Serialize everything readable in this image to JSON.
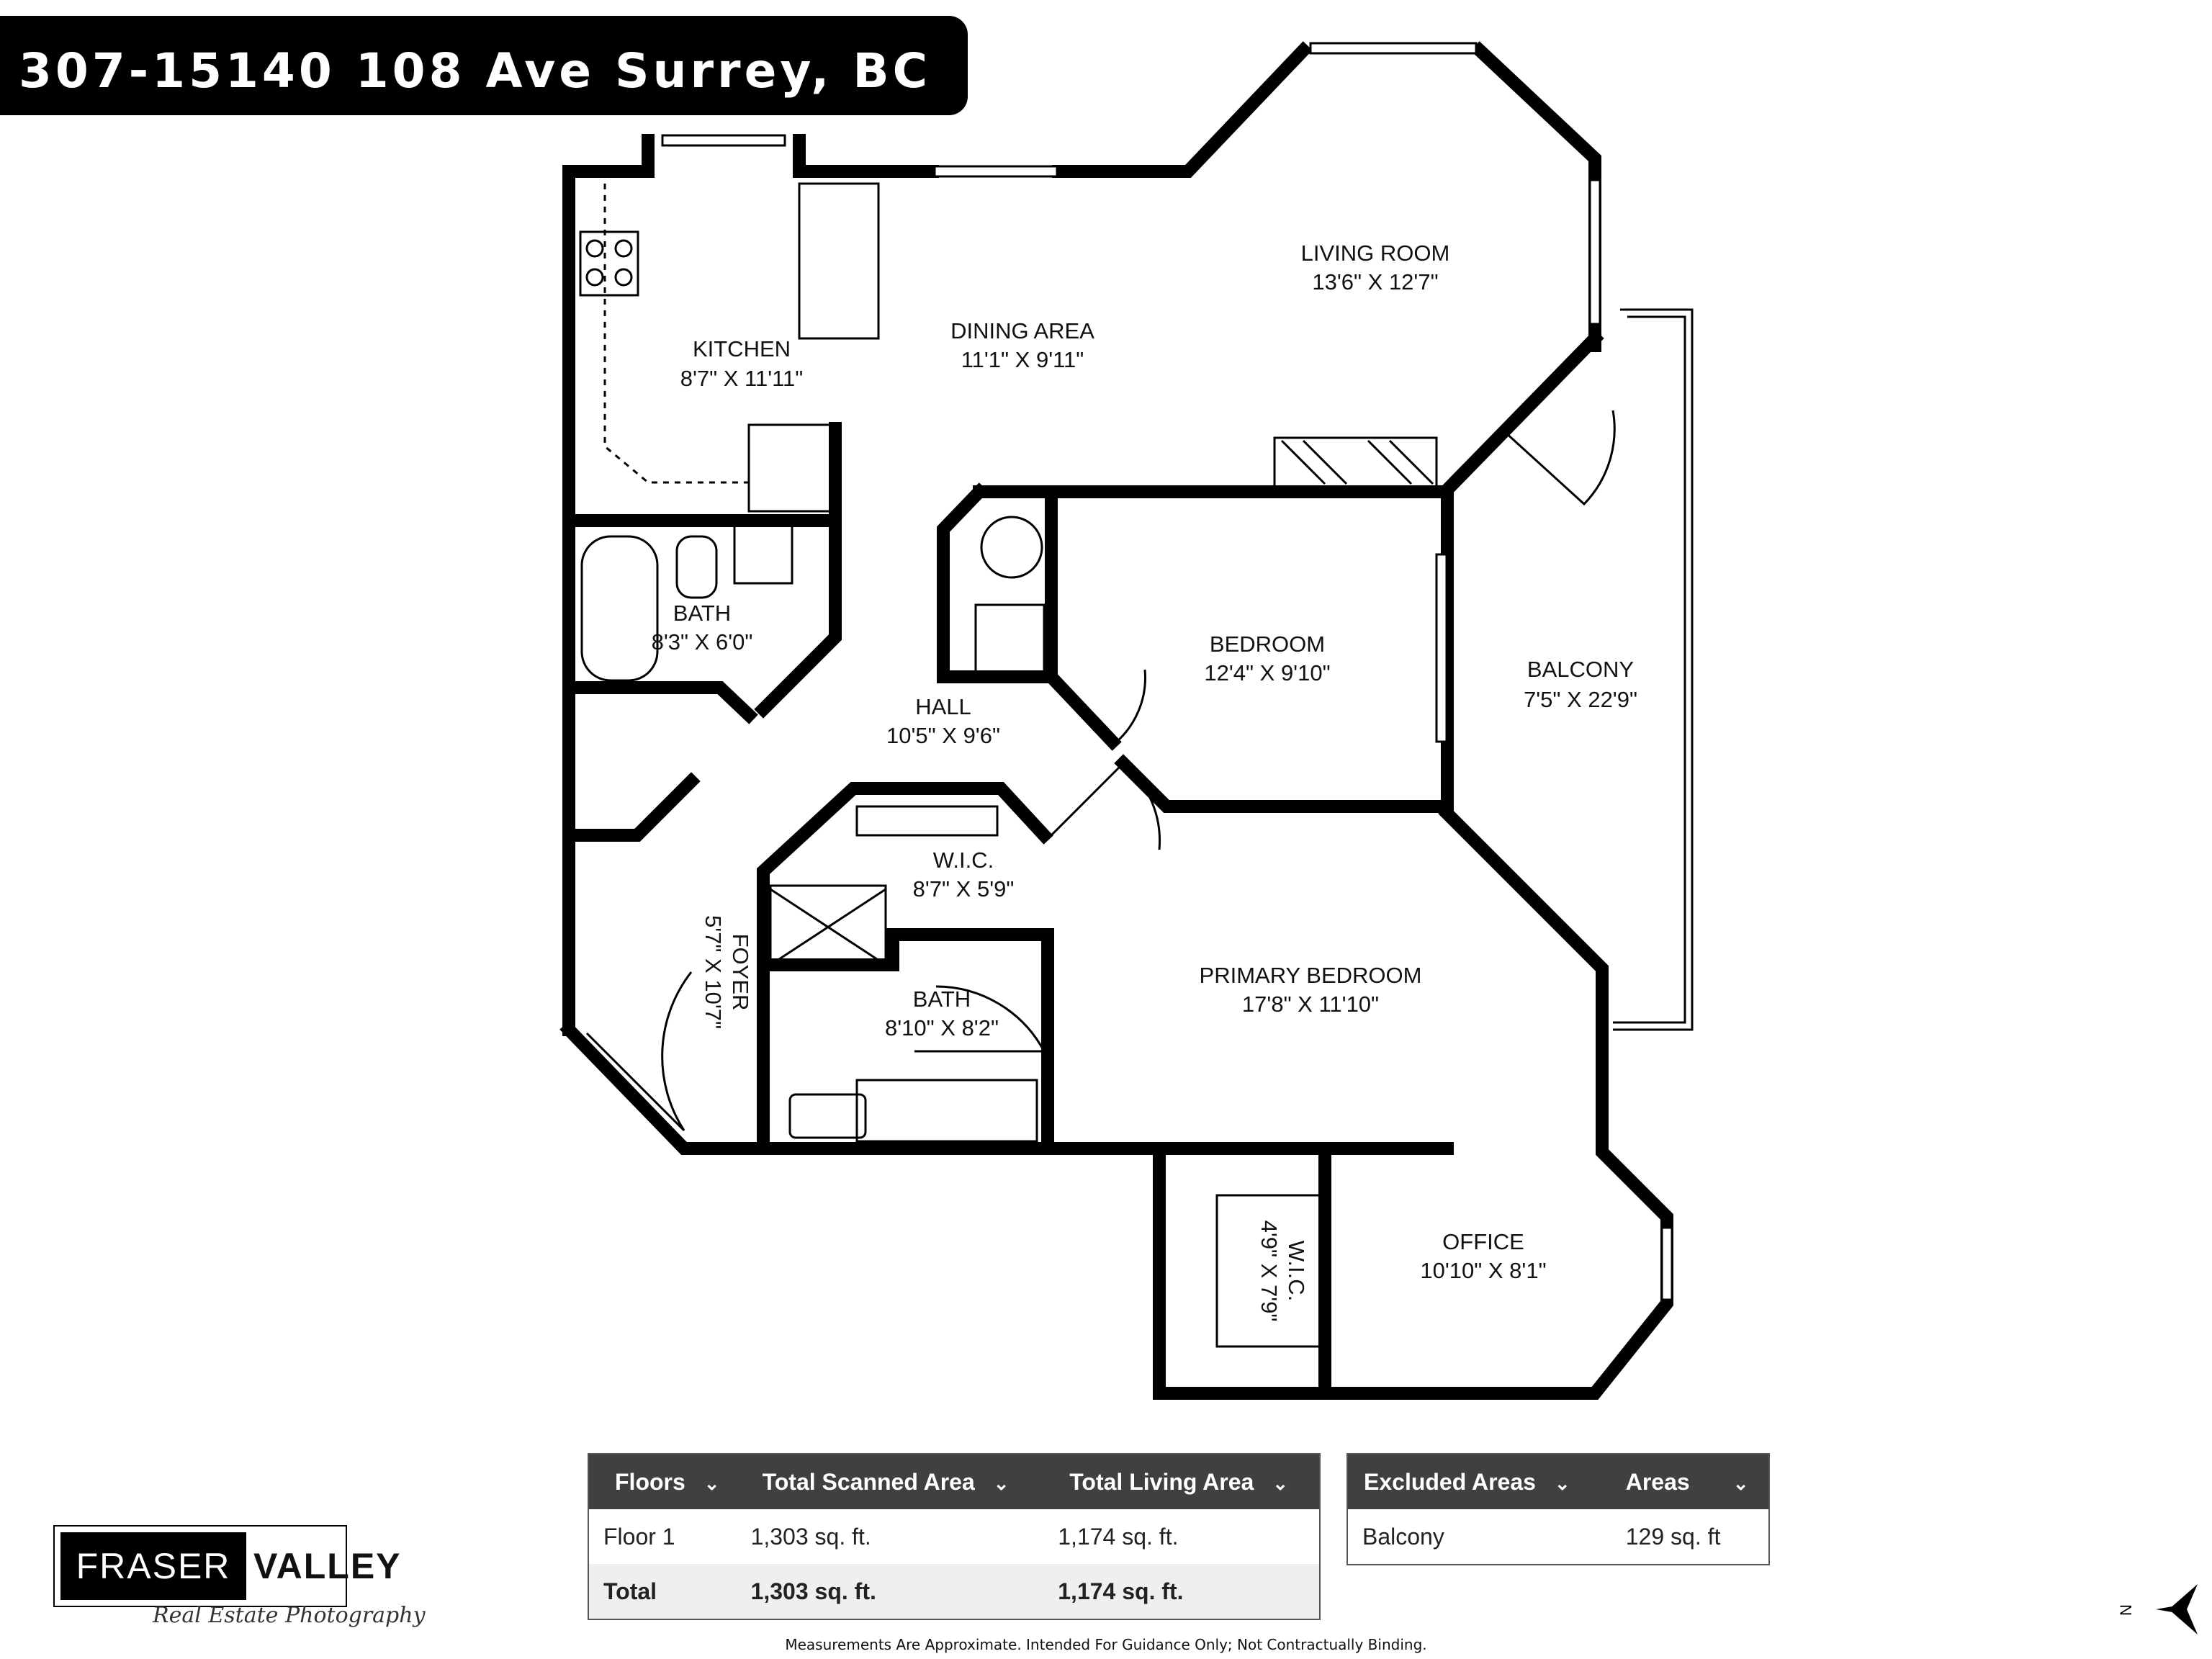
{
  "title": "307-15140 108 Ave Surrey, BC",
  "rooms": {
    "living_room": {
      "name": "LIVING ROOM",
      "size": "13'6\" X 12'7\""
    },
    "dining_area": {
      "name": "DINING AREA",
      "size": "11'1\" X 9'11\""
    },
    "kitchen": {
      "name": "KITCHEN",
      "size": "8'7\" X 11'11\""
    },
    "bath_1": {
      "name": "BATH",
      "size": "8'3\" X 6'0\""
    },
    "hall": {
      "name": "HALL",
      "size": "10'5\" X 9'6\""
    },
    "bedroom": {
      "name": "BEDROOM",
      "size": "12'4\" X 9'10\""
    },
    "balcony": {
      "name": "BALCONY",
      "size": "7'5\" X 22'9\""
    },
    "wic_1": {
      "name": "W.I.C.",
      "size": "8'7\" X 5'9\""
    },
    "foyer": {
      "name": "FOYER",
      "size": "5'7\" X 10'7\""
    },
    "bath_2": {
      "name": "BATH",
      "size": "8'10\" X 8'2\""
    },
    "primary_bedroom": {
      "name": "PRIMARY BEDROOM",
      "size": "17'8\" X 11'10\""
    },
    "wic_2": {
      "name": "W.I.C.",
      "size": "4'9\" X 7'9\""
    },
    "office": {
      "name": "OFFICE",
      "size": "10'10\" X 8'1\""
    }
  },
  "measurements_table": {
    "headers": [
      "Floors",
      "Total Scanned Area",
      "Total Living Area"
    ],
    "rows": [
      [
        "Floor 1",
        "1,303 sq. ft.",
        "1,174 sq. ft."
      ],
      [
        "Total",
        "1,303 sq. ft.",
        "1,174 sq. ft."
      ]
    ]
  },
  "excluded_table": {
    "headers": [
      "Excluded Areas",
      "Areas"
    ],
    "rows": [
      [
        "Balcony",
        "129 sq. ft"
      ]
    ]
  },
  "logo": {
    "left": "FRASER",
    "right": "VALLEY",
    "tagline": "Real Estate Photography"
  },
  "disclaimer": "Measurements Are Approximate. Intended For Guidance Only; Not Contractually Binding.",
  "compass": {
    "label": "N",
    "icon": "north-arrow-icon"
  },
  "colors": {
    "wall": "#000000",
    "header_bg": "#404040",
    "row_alt": "#efefef"
  }
}
